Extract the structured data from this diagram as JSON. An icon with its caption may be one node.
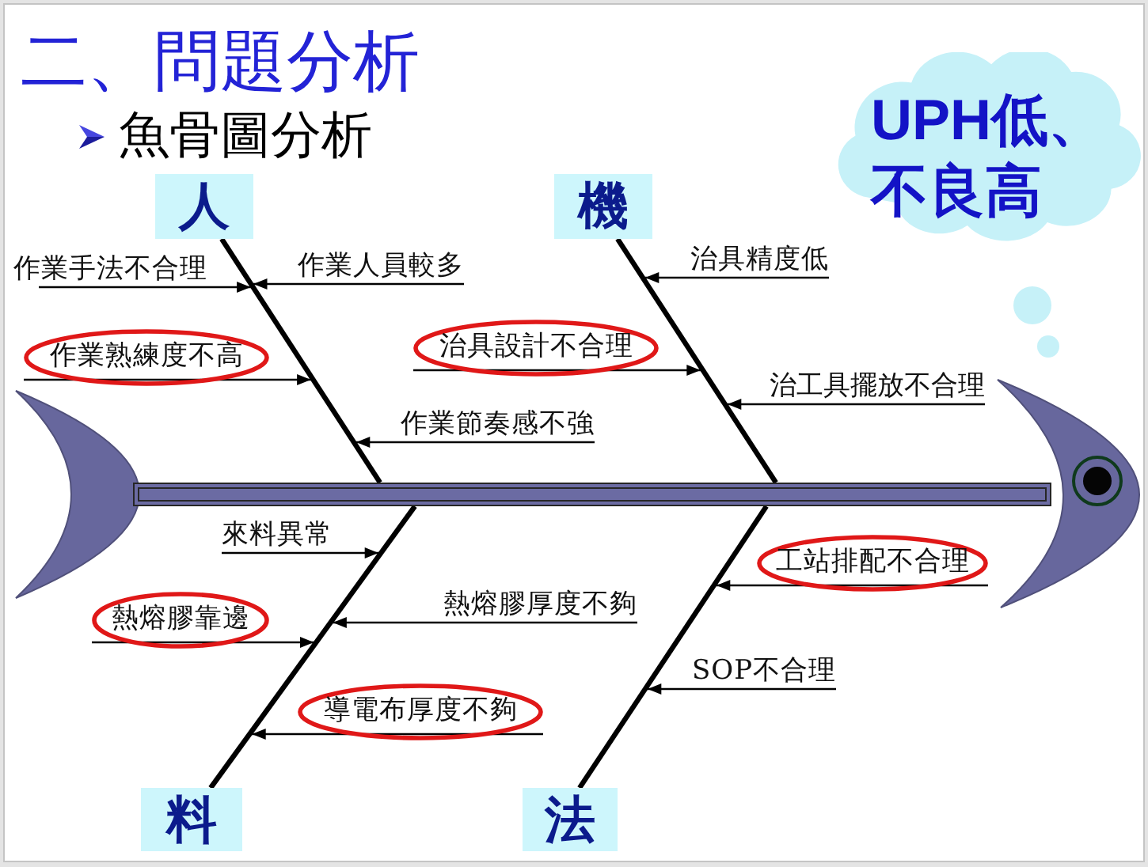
{
  "diagram": {
    "title": "二、問題分析",
    "nodes": [
      {
        "text": [
          "UPH低、不良高"
        ]
      },
      {
        "text": [
          "人"
        ]
      },
      {
        "text": [
          "機"
        ]
      },
      {
        "text": [
          "作業人員較多"
        ]
      },
      {
        "text": [
          "治具精度低"
        ]
      },
      {
        "text": [
          "作業手法不合理"
        ]
      },
      {
        "text": [
          "治具設計不合理"
        ]
      },
      {
        "text": [
          "治工具擺放不合理"
        ]
      },
      {
        "text": [
          "作業熟練度不高"
        ]
      },
      {
        "text": [
          "作業節奏感不強"
        ]
      },
      {
        "text": [],
        "shape": "bar"
      },
      {
        "text": [
          "來料異常"
        ]
      },
      {
        "text": [
          "工站排配不合理"
        ]
      },
      {
        "text": [
          "熱熔膠厚度不夠"
        ]
      },
      {
        "text": [
          "熱熔膠靠邊"
        ]
      },
      {
        "text": [
          "導電布厚度不夠"
        ]
      },
      {
        "text": [
          "SOP不合理"
        ]
      },
      {
        "text": [
          "料"
        ]
      },
      {
        "text": [
          "法"
        ]
      }
    ],
    "edges": [
      {
        "from": 1,
        "to": 10,
        "arrow": "none",
        "style": "thick"
      },
      {
        "from": 2,
        "to": 10,
        "arrow": "none",
        "style": "thick"
      },
      {
        "from": 17,
        "to": 10,
        "arrow": "none",
        "style": "thick"
      },
      {
        "from": 18,
        "to": 10,
        "arrow": "none",
        "style": "thick"
      },
      {
        "from": 3,
        "to": null,
        "arrow": "to"
      },
      {
        "from": 4,
        "to": null,
        "arrow": "to"
      },
      {
        "from": 5,
        "to": null,
        "arrow": "to"
      },
      {
        "from": 6,
        "to": null,
        "arrow": "to"
      },
      {
        "from": 7,
        "to": null,
        "arrow": "to"
      },
      {
        "from": 8,
        "to": null,
        "arrow": "to"
      },
      {
        "from": 9,
        "to": null,
        "arrow": "to"
      },
      {
        "from": 11,
        "to": null,
        "arrow": "to"
      },
      {
        "from": 12,
        "to": null,
        "arrow": "to"
      },
      {
        "from": 13,
        "to": null,
        "arrow": "to"
      },
      {
        "from": 14,
        "to": null,
        "arrow": "to"
      },
      {
        "from": 15,
        "to": null,
        "arrow": "to"
      },
      {
        "from": 16,
        "to": null,
        "arrow": "to"
      }
    ],
    "labels": [
      "魚骨圖分析"
    ]
  }
}
